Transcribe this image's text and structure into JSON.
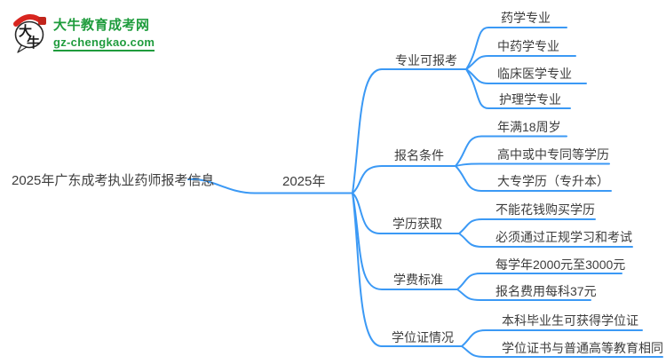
{
  "logo": {
    "site_name": "大牛教育成考网",
    "site_url": "gz-chengkao.com",
    "icon_char_top": "大",
    "icon_char_bottom": "牛",
    "brand_green": "#1f9c3d",
    "brand_red": "#d8251f"
  },
  "mindmap": {
    "line_color": "#3b99f5",
    "text_color": "#3d3d3d",
    "root": {
      "label": "2025年广东成考执业药师报考信息"
    },
    "center": {
      "label": "2025年"
    },
    "branches": [
      {
        "label": "专业可报考",
        "children": [
          "药学专业",
          "中药学专业",
          "临床医学专业",
          "护理学专业"
        ]
      },
      {
        "label": "报名条件",
        "children": [
          "年满18周岁",
          "高中或中专同等学历",
          "大专学历（专升本）"
        ]
      },
      {
        "label": "学历获取",
        "children": [
          "不能花钱购买学历",
          "必须通过正规学习和考试"
        ]
      },
      {
        "label": "学费标准",
        "children": [
          "每学年2000元至3000元",
          "报名费用每科37元"
        ]
      },
      {
        "label": "学位证情况",
        "children": [
          "本科毕业生可获得学位证",
          "学位证书与普通高等教育相同"
        ]
      }
    ]
  }
}
